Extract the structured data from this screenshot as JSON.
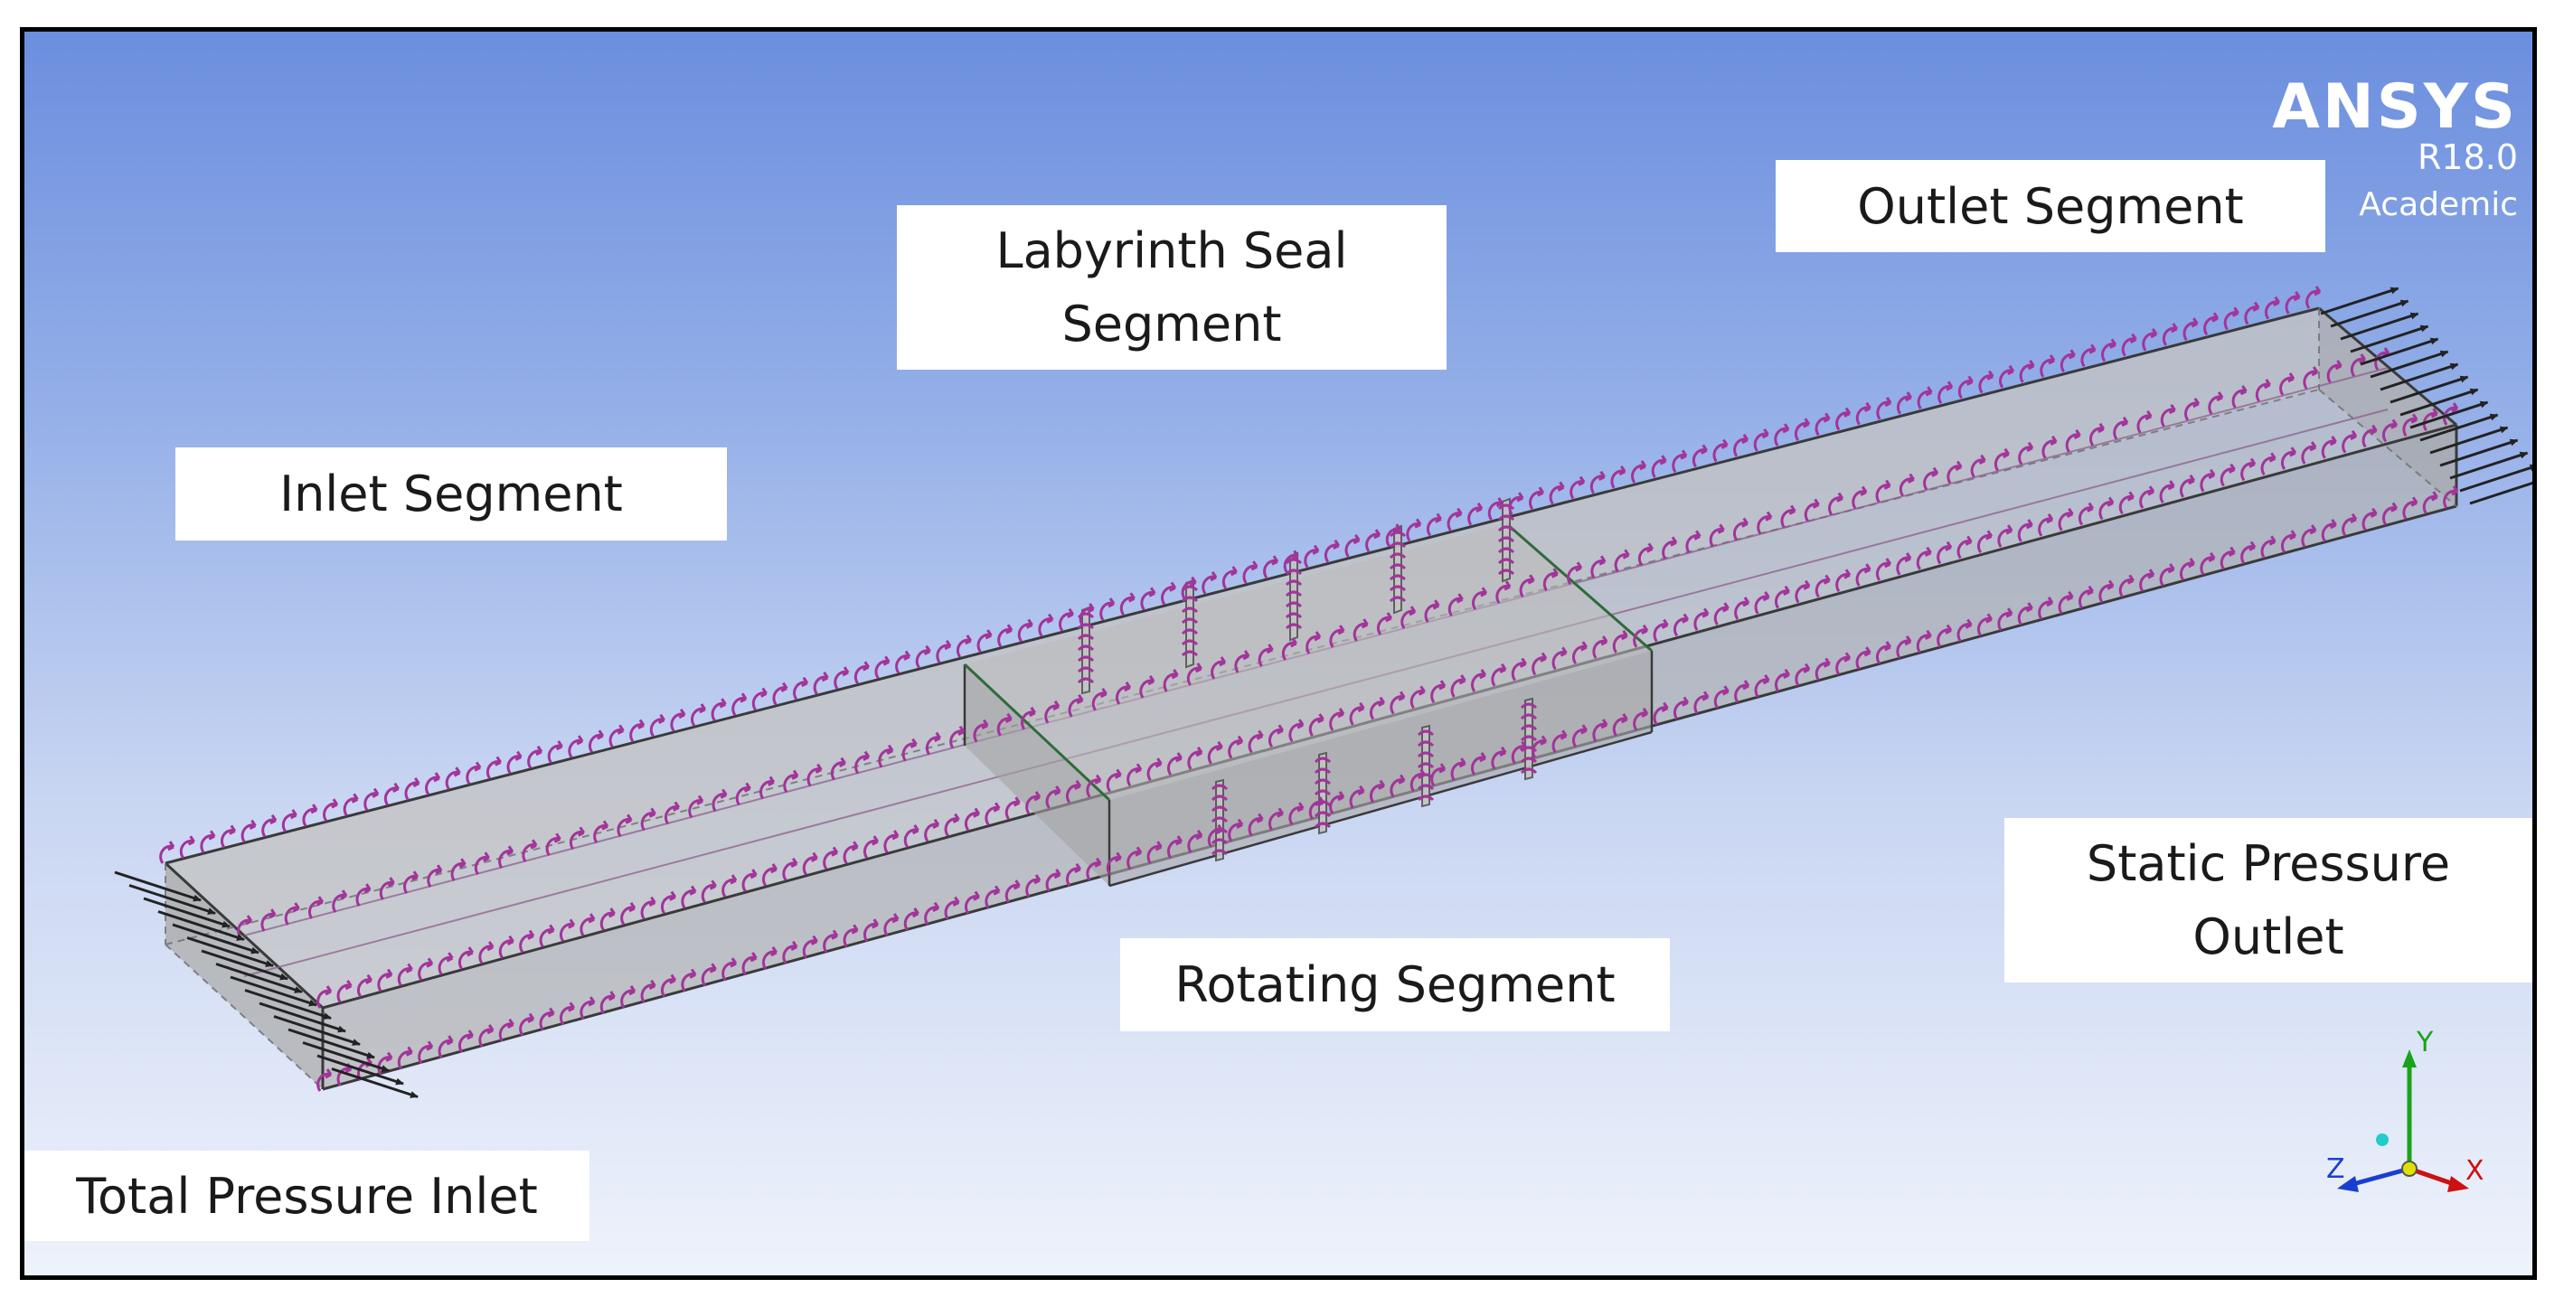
{
  "viewer": {
    "logo": {
      "brand": "ANSYS",
      "version": "R18.0",
      "edition": "Academic"
    }
  },
  "labels": {
    "inlet_segment": "Inlet Segment",
    "labyrinth_seal_segment": [
      "Labyrinth Seal",
      "Segment"
    ],
    "outlet_segment": "Outlet Segment",
    "rotating_segment": "Rotating Segment",
    "static_pressure_outlet": [
      "Static Pressure",
      "Outlet"
    ],
    "total_pressure_inlet": "Total Pressure Inlet"
  },
  "triad": {
    "x": "X",
    "y": "Y",
    "z": "Z"
  },
  "colors": {
    "background_top": "#6b8ede",
    "background_bottom": "#eef2fb",
    "geometry_face": "#c8c8c8",
    "geometry_edge": "#3a3a3a",
    "rotation_symbols": "#a2349a",
    "inlet_arrows": "#222222",
    "interface_line": "#2e6b3a",
    "axis_x": "#cc1111",
    "axis_y": "#1aa31a",
    "axis_z": "#1a3fd0"
  }
}
